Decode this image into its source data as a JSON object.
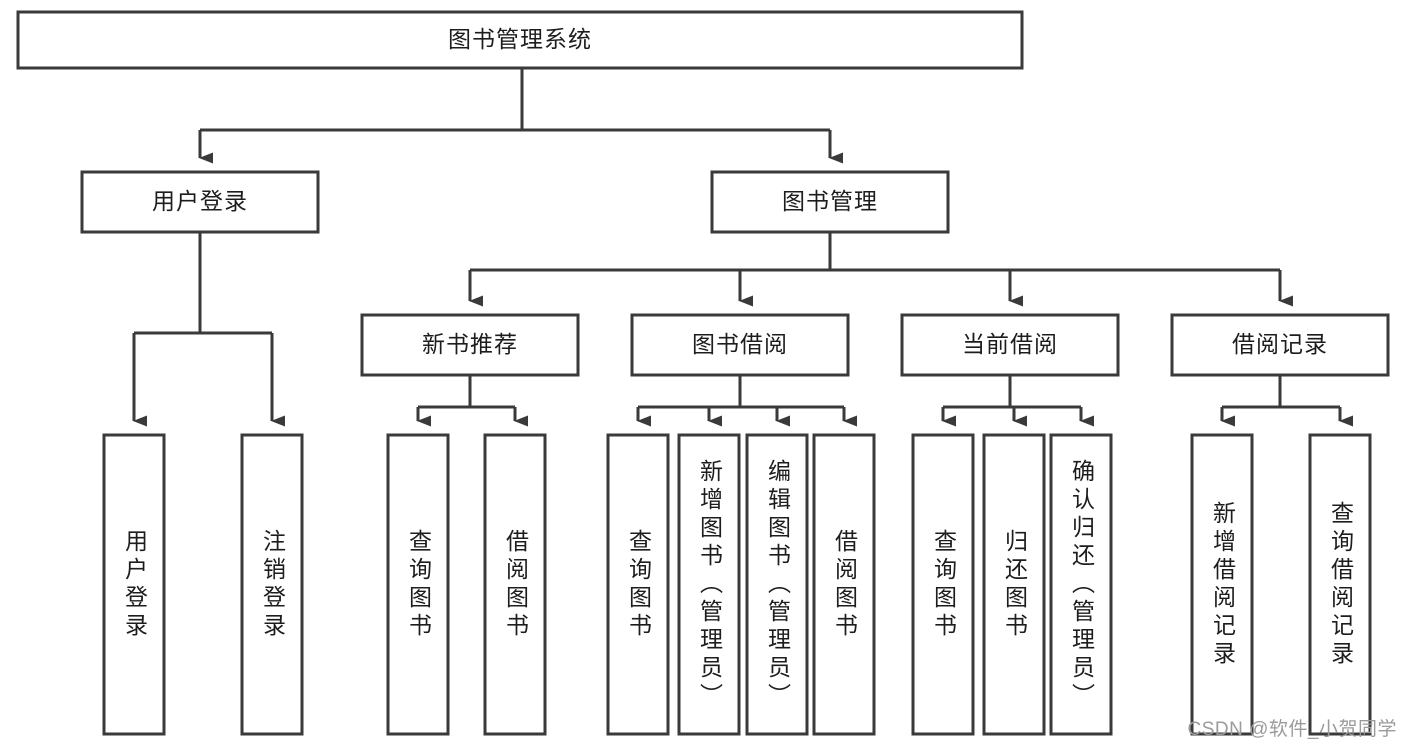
{
  "diagram": {
    "type": "tree",
    "title": "图书管理系统",
    "watermark": "CSDN @软件_小贺同学",
    "colors": {
      "stroke": "#3a3a3a",
      "fill": "#ffffff",
      "text": "#1d1d1d",
      "watermark": "#9b9b9b"
    },
    "root": {
      "label": "图书管理系统"
    },
    "level2": [
      {
        "label": "用户登录"
      },
      {
        "label": "图书管理"
      }
    ],
    "level3": [
      {
        "label": "新书推荐"
      },
      {
        "label": "图书借阅"
      },
      {
        "label": "当前借阅"
      },
      {
        "label": "借阅记录"
      }
    ],
    "leaves": {
      "user_login": [
        {
          "label": "用户登录"
        },
        {
          "label": "注销登录"
        }
      ],
      "new_book": [
        {
          "label": "查询图书"
        },
        {
          "label": "借阅图书"
        }
      ],
      "book_borrow": [
        {
          "label": "查询图书"
        },
        {
          "label": "新增图书（管理员）"
        },
        {
          "label": "编辑图书（管理员）"
        },
        {
          "label": "借阅图书"
        }
      ],
      "current_borrow": [
        {
          "label": "查询图书"
        },
        {
          "label": "归还图书"
        },
        {
          "label": "确认归还（管理员）"
        }
      ],
      "borrow_record": [
        {
          "label": "新增借阅记录"
        },
        {
          "label": "查询借阅记录"
        }
      ]
    }
  }
}
